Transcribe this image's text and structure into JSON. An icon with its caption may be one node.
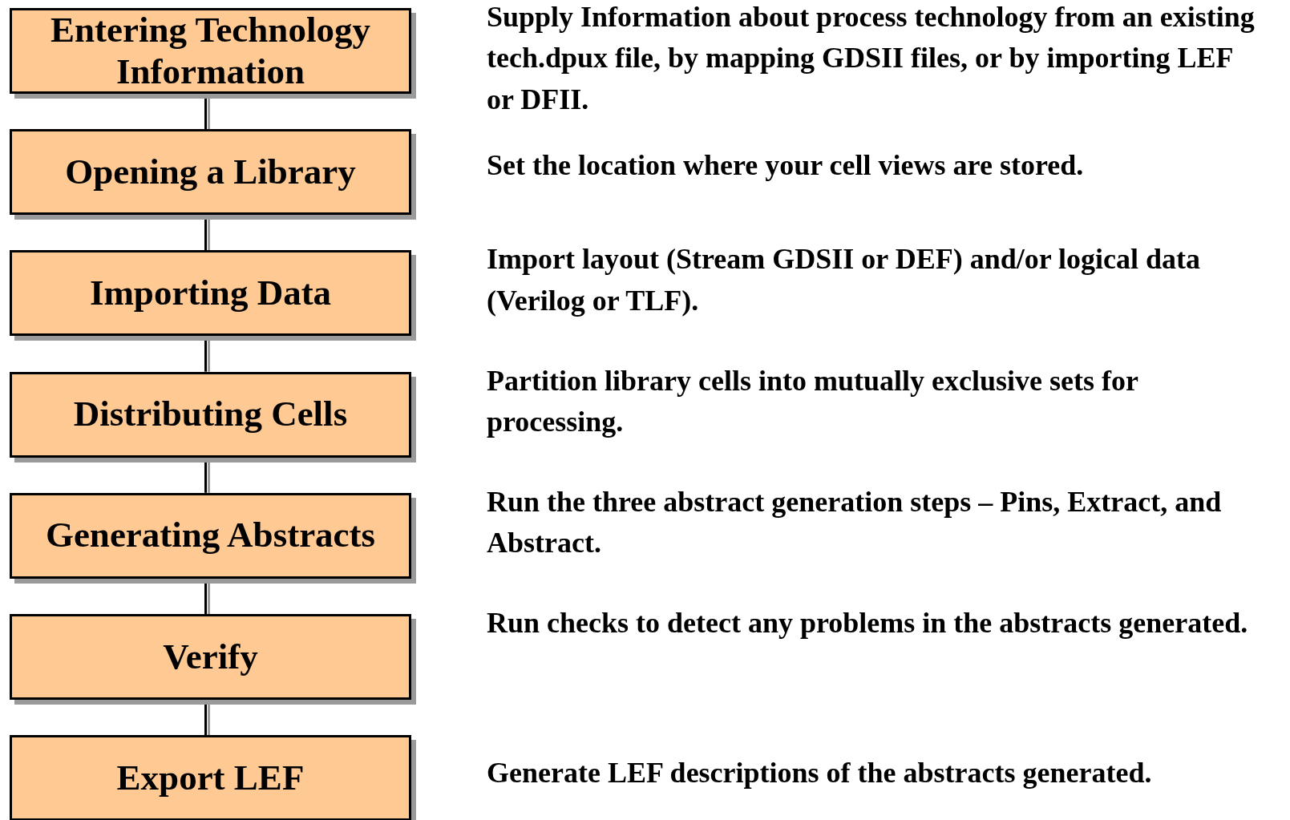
{
  "diagram": {
    "nodes": [
      {
        "text": [
          "Entering Technology Information"
        ],
        "beside": [
          "Supply Information about process technology from an existing tech.dpux file, by mapping GDSII files, or by importing LEF or DFII."
        ]
      },
      {
        "text": [
          "Opening a Library"
        ],
        "beside": [
          "Set the location where your cell views are stored."
        ]
      },
      {
        "text": [
          "Importing Data"
        ],
        "beside": [
          "Import layout (Stream GDSII or DEF) and/or logical data (Verilog or TLF)."
        ]
      },
      {
        "text": [
          "Distributing Cells"
        ],
        "beside": [
          "Partition library cells into mutually exclusive sets for processing."
        ]
      },
      {
        "text": [
          "Generating Abstracts"
        ],
        "beside": [
          "Run the three abstract generation steps – Pins, Extract, and Abstract."
        ]
      },
      {
        "text": [
          "Verify"
        ],
        "beside": [
          "Run checks to detect any problems in the abstracts generated."
        ]
      },
      {
        "text": [
          "Export LEF"
        ],
        "beside": [
          "Generate LEF descriptions of the abstracts generated."
        ]
      }
    ],
    "edges": [
      {
        "from": 0,
        "to": 1,
        "arrow": "none"
      },
      {
        "from": 1,
        "to": 2,
        "arrow": "none"
      },
      {
        "from": 2,
        "to": 3,
        "arrow": "none"
      },
      {
        "from": 3,
        "to": 4,
        "arrow": "none"
      },
      {
        "from": 4,
        "to": 5,
        "arrow": "none"
      },
      {
        "from": 5,
        "to": 6,
        "arrow": "none"
      }
    ]
  }
}
